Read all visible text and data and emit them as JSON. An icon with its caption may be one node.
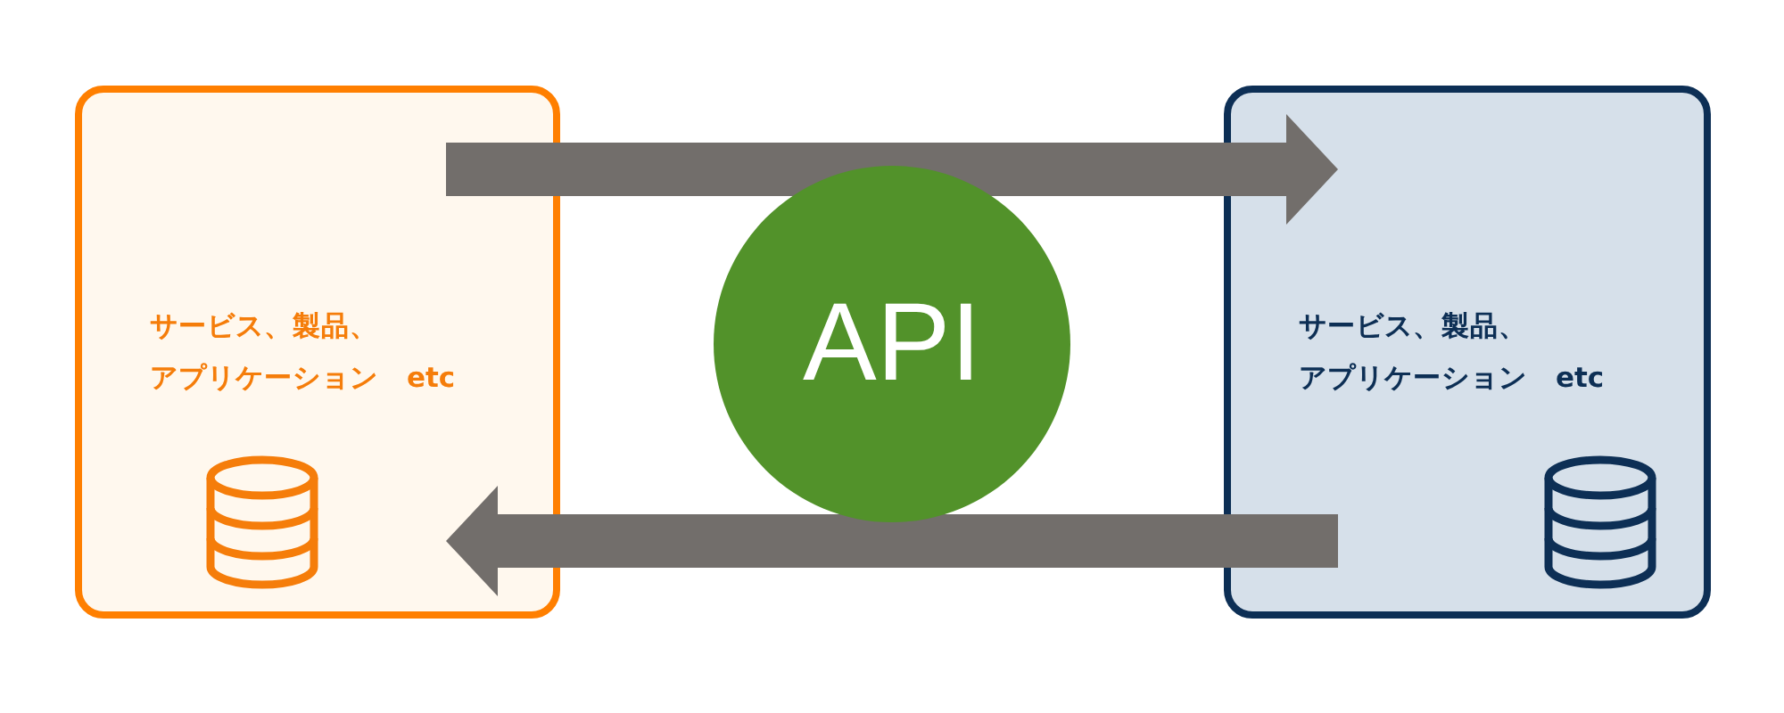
{
  "diagram": {
    "nodes": [
      {
        "text": [
          "サービス、製品、アプリケーション　etc"
        ]
      },
      {
        "text": [
          "API"
        ]
      },
      {
        "text": [
          "サービス、製品、アプリケーション　etc"
        ]
      }
    ],
    "edges": [
      {
        "from": 0,
        "to": 2,
        "arrow": "to"
      },
      {
        "from": 2,
        "to": 0,
        "arrow": "to"
      }
    ]
  }
}
